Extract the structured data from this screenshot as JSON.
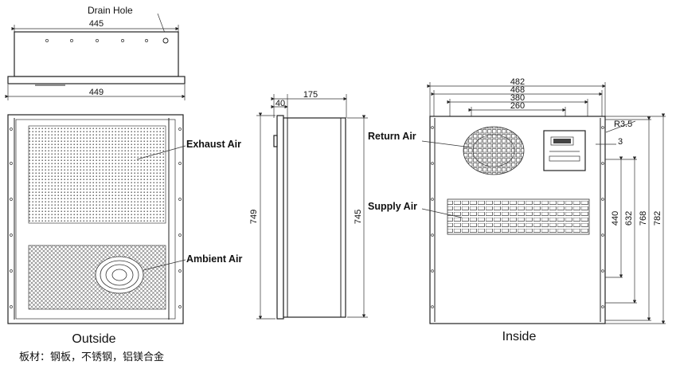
{
  "labels": {
    "drain_hole": "Drain Hole",
    "exhaust_air": "Exhaust Air",
    "ambient_air": "Ambient Air",
    "return_air": "Return Air",
    "supply_air": "Supply Air",
    "outside": "Outside",
    "inside": "Inside",
    "material_note": "板材：钢板，不锈钢，铝镁合金"
  },
  "dimensions": {
    "top_445": "445",
    "top_449": "449",
    "side_40": "40",
    "side_175": "175",
    "side_749": "749",
    "side_745": "745",
    "in_482": "482",
    "in_468": "468",
    "in_380": "380",
    "in_260": "260",
    "in_r35": "R3.5",
    "in_3": "3",
    "in_440": "440",
    "in_632": "632",
    "in_768": "768",
    "in_782": "782"
  }
}
